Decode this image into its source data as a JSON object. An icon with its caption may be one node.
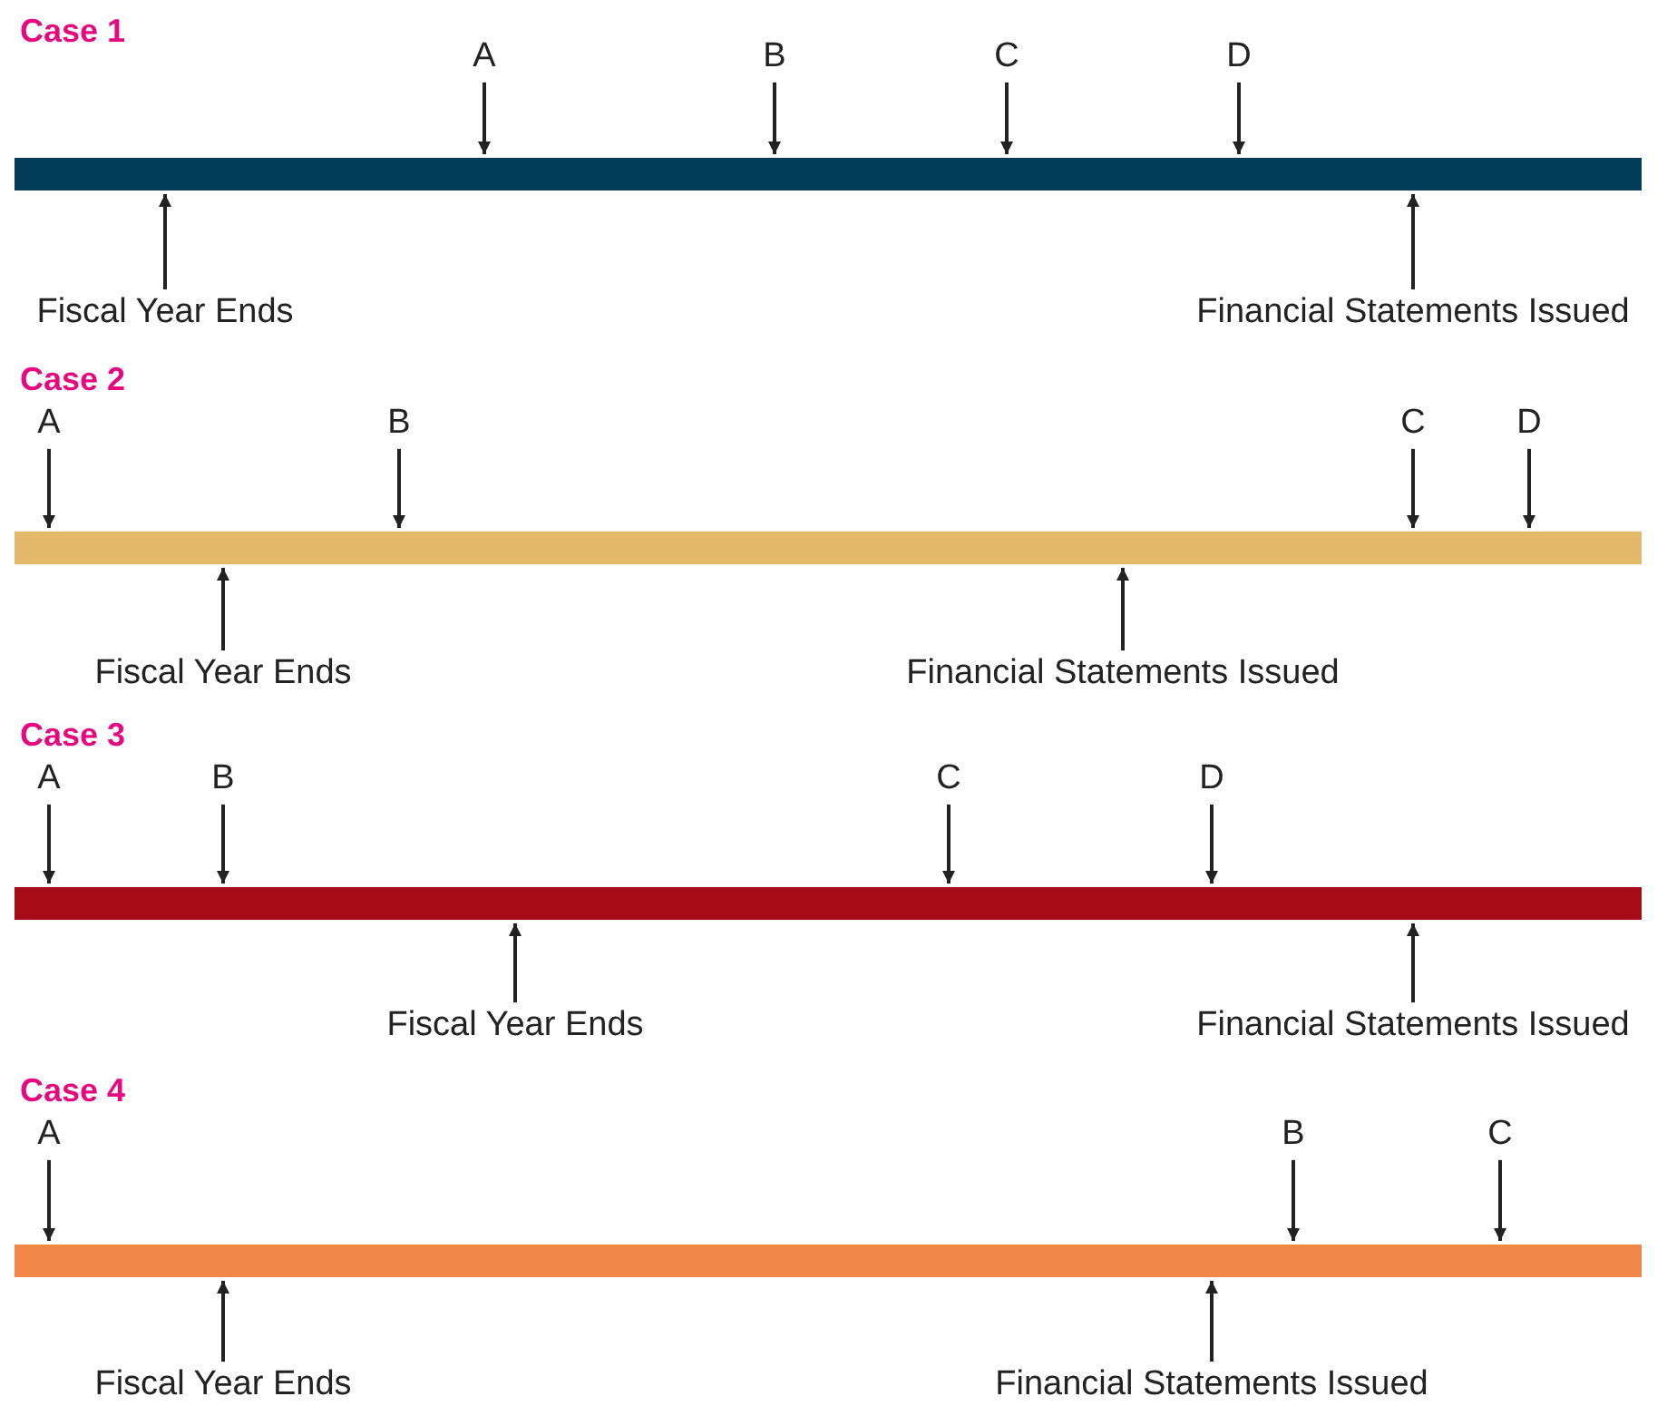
{
  "diagram": {
    "nodes": [
      {
        "text": [
          "A"
        ]
      },
      {
        "text": [
          "B"
        ]
      },
      {
        "text": [
          "C"
        ]
      },
      {
        "text": [
          "D"
        ]
      },
      {
        "text": [],
        "shape": "bar"
      },
      {
        "text": [
          "Fiscal Year Ends"
        ]
      },
      {
        "text": [
          "Financial Statements Issued"
        ]
      },
      {
        "text": [
          "A"
        ]
      },
      {
        "text": [
          "B"
        ]
      },
      {
        "text": [
          "C"
        ]
      },
      {
        "text": [
          "D"
        ]
      },
      {
        "text": [],
        "shape": "bar"
      },
      {
        "text": [
          "Fiscal Year Ends"
        ]
      },
      {
        "text": [
          "Financial Statements Issued"
        ]
      },
      {
        "text": [
          "A"
        ]
      },
      {
        "text": [
          "B"
        ]
      },
      {
        "text": [
          "C"
        ]
      },
      {
        "text": [
          "D"
        ]
      },
      {
        "text": [],
        "shape": "bar"
      },
      {
        "text": [
          "Fiscal Year Ends"
        ]
      },
      {
        "text": [
          "Financial Statements Issued"
        ]
      },
      {
        "text": [
          "A"
        ]
      },
      {
        "text": [
          "B"
        ]
      },
      {
        "text": [
          "C"
        ]
      },
      {
        "text": [],
        "shape": "bar"
      },
      {
        "text": [
          "Fiscal Year Ends"
        ]
      },
      {
        "text": [
          "Financial Statements Issued"
        ]
      }
    ],
    "edges": [
      {
        "from": 0,
        "to": 4,
        "arrow": "to"
      },
      {
        "from": 1,
        "to": 4,
        "arrow": "to"
      },
      {
        "from": 2,
        "to": 4,
        "arrow": "to"
      },
      {
        "from": 3,
        "to": 4,
        "arrow": "to"
      },
      {
        "from": 5,
        "to": 4,
        "arrow": "to"
      },
      {
        "from": 6,
        "to": 4,
        "arrow": "to"
      },
      {
        "from": 7,
        "to": 11,
        "arrow": "to"
      },
      {
        "from": 8,
        "to": 11,
        "arrow": "to"
      },
      {
        "from": 9,
        "to": 11,
        "arrow": "to"
      },
      {
        "from": 10,
        "to": 11,
        "arrow": "to"
      },
      {
        "from": 12,
        "to": 11,
        "arrow": "to"
      },
      {
        "from": 13,
        "to": 11,
        "arrow": "to"
      },
      {
        "from": 14,
        "to": 18,
        "arrow": "to"
      },
      {
        "from": 15,
        "to": 18,
        "arrow": "to"
      },
      {
        "from": 16,
        "to": 18,
        "arrow": "to"
      },
      {
        "from": 17,
        "to": 18,
        "arrow": "to"
      },
      {
        "from": 19,
        "to": 18,
        "arrow": "to"
      },
      {
        "from": 20,
        "to": 18,
        "arrow": "to"
      },
      {
        "from": 21,
        "to": 24,
        "arrow": "to"
      },
      {
        "from": 22,
        "to": 24,
        "arrow": "to"
      },
      {
        "from": 23,
        "to": 24,
        "arrow": "to"
      },
      {
        "from": 25,
        "to": 24,
        "arrow": "to"
      },
      {
        "from": 26,
        "to": 24,
        "arrow": "to"
      }
    ],
    "labels": [
      "Case 1",
      "Case 2",
      "Case 3",
      "Case 4"
    ]
  }
}
